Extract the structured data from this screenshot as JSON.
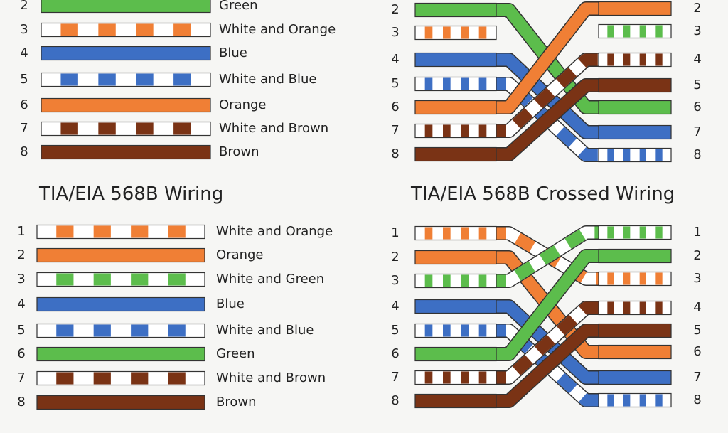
{
  "colors": {
    "orange": "#f07f35",
    "green": "#5cbd4c",
    "blue": "#3d6fc4",
    "brown": "#7a3315",
    "white": "#ffffff",
    "outline": "#333333",
    "text": "#222222",
    "background": "#f6f6f4"
  },
  "top_left": {
    "pins": [
      {
        "num": "2",
        "label": "Green",
        "color": "green",
        "striped": false
      },
      {
        "num": "3",
        "label": "White and Orange",
        "color": "orange",
        "striped": true
      },
      {
        "num": "4",
        "label": "Blue",
        "color": "blue",
        "striped": false
      },
      {
        "num": "5",
        "label": "White and Blue",
        "color": "blue",
        "striped": true
      },
      {
        "num": "6",
        "label": "Orange",
        "color": "orange",
        "striped": false
      },
      {
        "num": "7",
        "label": "White and Brown",
        "color": "brown",
        "striped": true
      },
      {
        "num": "8",
        "label": "Brown",
        "color": "brown",
        "striped": false
      }
    ]
  },
  "top_right": {
    "left_pins": [
      {
        "num": "2",
        "color": "green",
        "striped": false
      },
      {
        "num": "3",
        "color": "orange",
        "striped": true
      },
      {
        "num": "4",
        "color": "blue",
        "striped": false
      },
      {
        "num": "5",
        "color": "blue",
        "striped": true
      },
      {
        "num": "6",
        "color": "orange",
        "striped": false
      },
      {
        "num": "7",
        "color": "brown",
        "striped": true
      },
      {
        "num": "8",
        "color": "brown",
        "striped": false
      }
    ],
    "right_pins": [
      {
        "num": "2",
        "color": "orange",
        "striped": false
      },
      {
        "num": "3",
        "color": "green",
        "striped": true
      },
      {
        "num": "4",
        "color": "brown",
        "striped": true
      },
      {
        "num": "5",
        "color": "brown",
        "striped": false
      },
      {
        "num": "6",
        "color": "green",
        "striped": false
      },
      {
        "num": "7",
        "color": "blue",
        "striped": false
      },
      {
        "num": "8",
        "color": "blue",
        "striped": true
      }
    ]
  },
  "bottom_left": {
    "title": "TIA/EIA 568B Wiring",
    "pins": [
      {
        "num": "1",
        "label": "White and Orange",
        "color": "orange",
        "striped": true
      },
      {
        "num": "2",
        "label": "Orange",
        "color": "orange",
        "striped": false
      },
      {
        "num": "3",
        "label": "White and Green",
        "color": "green",
        "striped": true
      },
      {
        "num": "4",
        "label": "Blue",
        "color": "blue",
        "striped": false
      },
      {
        "num": "5",
        "label": "White and Blue",
        "color": "blue",
        "striped": true
      },
      {
        "num": "6",
        "label": "Green",
        "color": "green",
        "striped": false
      },
      {
        "num": "7",
        "label": "White and Brown",
        "color": "brown",
        "striped": true
      },
      {
        "num": "8",
        "label": "Brown",
        "color": "brown",
        "striped": false
      }
    ]
  },
  "bottom_right": {
    "title": "TIA/EIA 568B Crossed Wiring",
    "left_pins": [
      {
        "num": "1",
        "color": "orange",
        "striped": true
      },
      {
        "num": "2",
        "color": "orange",
        "striped": false
      },
      {
        "num": "3",
        "color": "green",
        "striped": true
      },
      {
        "num": "4",
        "color": "blue",
        "striped": false
      },
      {
        "num": "5",
        "color": "blue",
        "striped": true
      },
      {
        "num": "6",
        "color": "green",
        "striped": false
      },
      {
        "num": "7",
        "color": "brown",
        "striped": true
      },
      {
        "num": "8",
        "color": "brown",
        "striped": false
      }
    ],
    "right_pins": [
      {
        "num": "1",
        "color": "green",
        "striped": true
      },
      {
        "num": "2",
        "color": "green",
        "striped": false
      },
      {
        "num": "3",
        "color": "orange",
        "striped": true
      },
      {
        "num": "4",
        "color": "brown",
        "striped": true
      },
      {
        "num": "5",
        "color": "brown",
        "striped": false
      },
      {
        "num": "6",
        "color": "orange",
        "striped": false
      },
      {
        "num": "7",
        "color": "blue",
        "striped": false
      },
      {
        "num": "8",
        "color": "blue",
        "striped": true
      }
    ]
  }
}
